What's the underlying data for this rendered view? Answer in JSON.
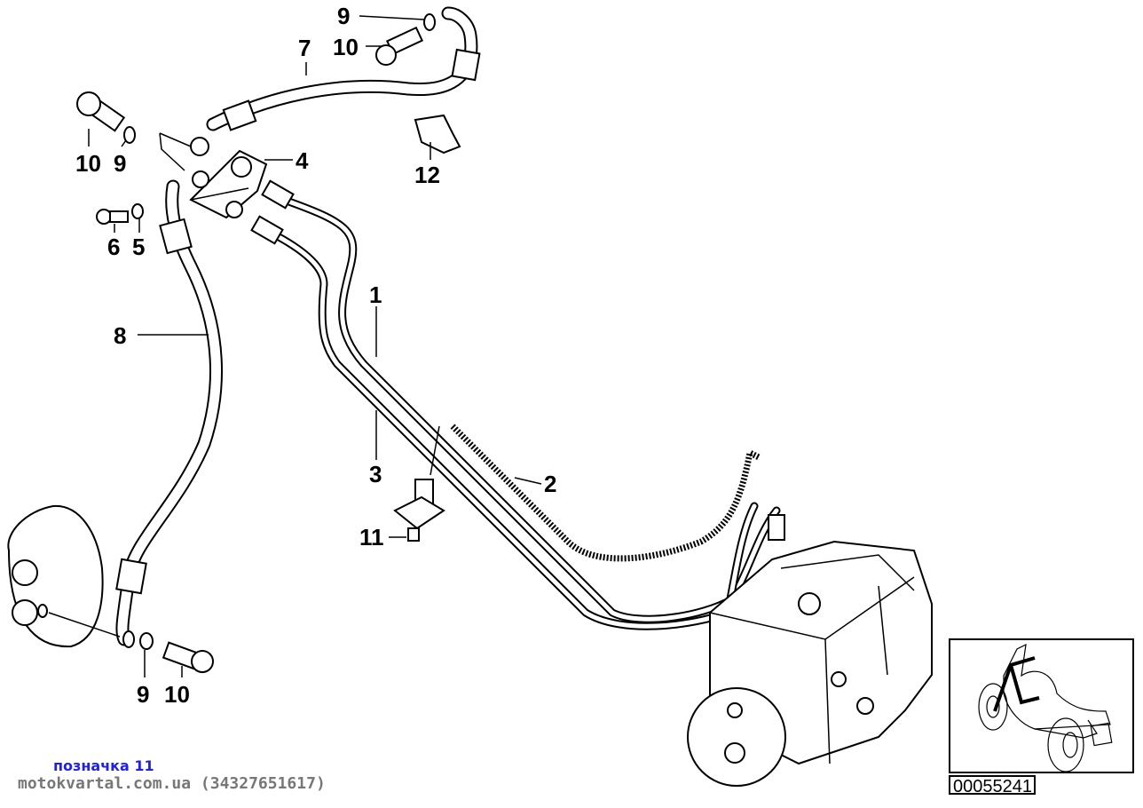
{
  "diagram": {
    "callouts": [
      "9",
      "10",
      "7",
      "10",
      "9",
      "4",
      "12",
      "6",
      "5",
      "1",
      "8",
      "3",
      "2",
      "11",
      "9",
      "10"
    ]
  },
  "footer": {
    "caption": "позначка 11",
    "site": "motokvartal.com.ua (34327651617)"
  },
  "thumbnail": {
    "part_number": "00055241"
  }
}
